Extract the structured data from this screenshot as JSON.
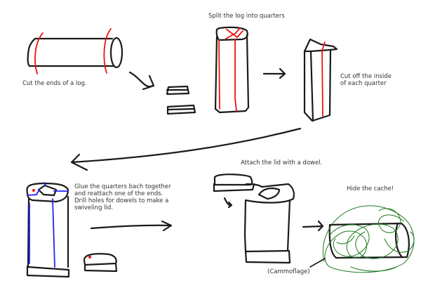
{
  "diagram": {
    "title": "Making a log geocache",
    "steps": [
      {
        "id": 1,
        "label": "Cut the ends of a log."
      },
      {
        "id": 2,
        "label": "Split the log into quarters"
      },
      {
        "id": 3,
        "label_lines": [
          "Cut off the inside",
          "of each quarter"
        ]
      },
      {
        "id": 4,
        "label_lines": [
          "Glue the quarters bach together",
          "and reattach one of the ends.",
          "Drill holes for dowels to make a",
          "swiveling lid."
        ]
      },
      {
        "id": 5,
        "label": "Attach the lid with a dowel."
      },
      {
        "id": 6,
        "label": "Hide the cache!"
      }
    ],
    "annotation": "(Cammoflage)",
    "colors": {
      "ink": "#1a1a1a",
      "cut_lines": "#ee1111",
      "glue_lines": "#2222ee",
      "camouflage": "#1e7a1e"
    }
  }
}
